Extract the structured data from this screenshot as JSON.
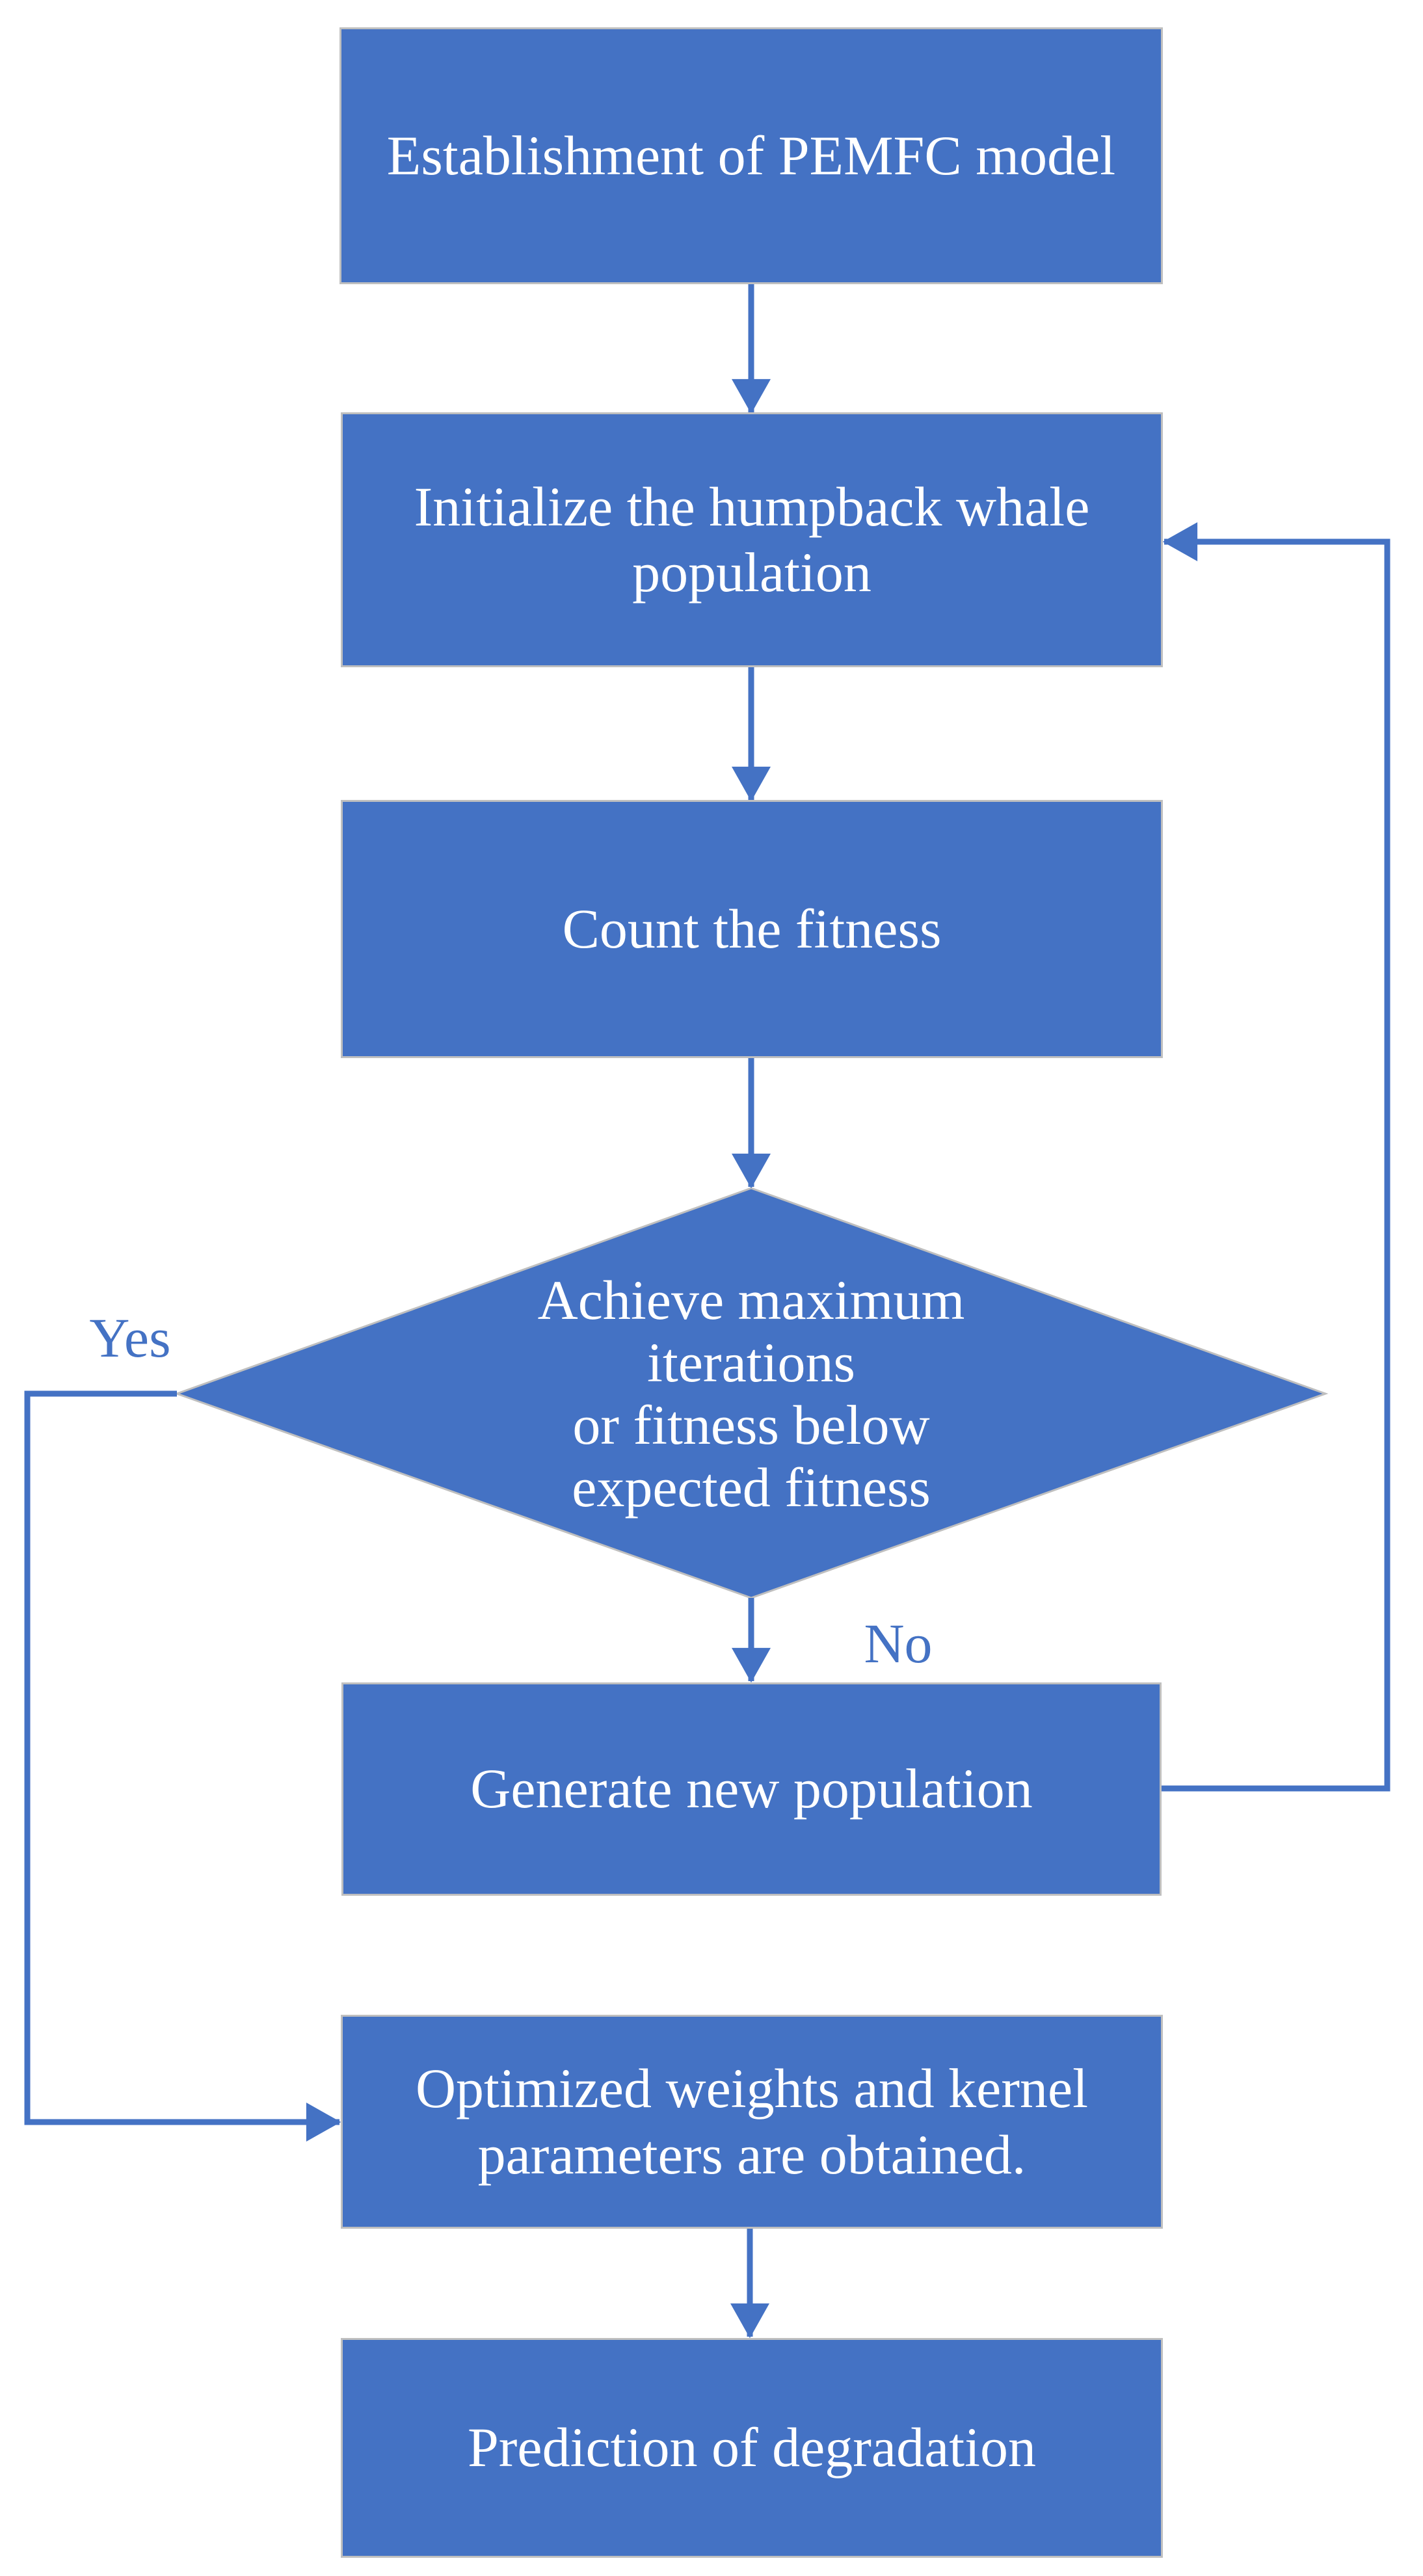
{
  "flowchart": {
    "background": "#ffffff",
    "node_fill": "#4472C4",
    "node_border_color": "#BFBFBF",
    "node_text_color": "#ffffff",
    "connector_color": "#4472C4",
    "edge_label_color": "#4472C4",
    "nodes": [
      {
        "id": "establishment",
        "type": "process",
        "label": "Establishment of PEMFC model"
      },
      {
        "id": "initialize",
        "type": "process",
        "label": "Initialize the humpback whale\npopulation"
      },
      {
        "id": "count-fitness",
        "type": "process",
        "label": "Count the fitness"
      },
      {
        "id": "decision",
        "type": "decision",
        "label": "Achieve maximum\niterations\nor fitness below\nexpected fitness"
      },
      {
        "id": "generate",
        "type": "process",
        "label": "Generate new population"
      },
      {
        "id": "optimized",
        "type": "process",
        "label": "Optimized weights and kernel\nparameters are obtained."
      },
      {
        "id": "prediction",
        "type": "process",
        "label": "Prediction of degradation"
      }
    ],
    "edge_labels": {
      "yes": "Yes",
      "no": "No"
    }
  }
}
